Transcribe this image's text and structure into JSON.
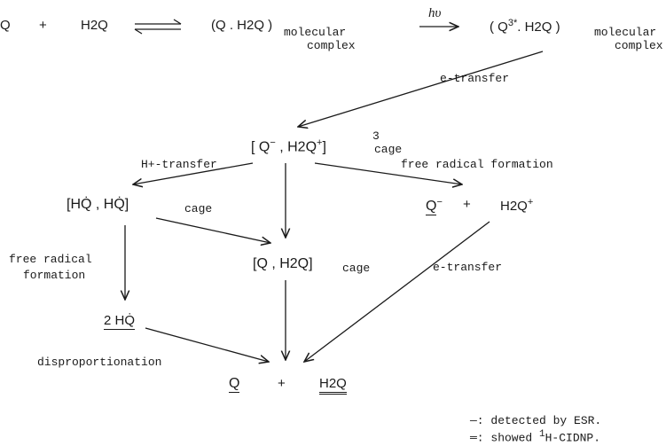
{
  "row1": {
    "q": "Q",
    "plus": "+",
    "h2q": "H2Q",
    "complex1_main": "(Q . H2Q )",
    "complex1_sub": "molecular",
    "complex1_sub2": "complex",
    "hv": "hυ",
    "complex2_open": "( Q",
    "complex2_sup": "3*",
    "complex2_rest": ". H2Q )",
    "complex2_sub": "molecular",
    "complex2_sub2": "complex"
  },
  "labels": {
    "e_transfer_1": "e-transfer",
    "h_transfer": "H+-transfer",
    "free_radical_formation": "free radical formation",
    "free_radical": "free radical",
    "formation": "formation",
    "e_transfer_2": "e-transfer",
    "disproportionation": "disproportionation"
  },
  "species": {
    "cage3_open": "[ Q",
    "cage3_qminus": "−",
    "cage3_mid": ", H2Q",
    "cage3_plus": "+",
    "cage3_close": "]",
    "cage3_sup": "3",
    "cage3_sub": "cage",
    "hq_cage": "[HQ̇  ,  HQ̇]",
    "hq_cage_sub": "cage",
    "q_minus": "Q",
    "q_minus_charge": "−",
    "plus": "+",
    "h2q_plus": "H2Q",
    "h2q_plus_charge": "+",
    "q_h2q_cage": "[Q  ,  H2Q]",
    "q_h2q_cage_sub": "cage",
    "two_hq": "2 HQ̇",
    "final_q": "Q",
    "final_plus": "+",
    "final_h2q": "H2Q"
  },
  "legend": {
    "single": "—: detected by ESR.",
    "double_prefix": "═: showed ",
    "double_sup": "1",
    "double_rest": "H-CIDNP."
  }
}
